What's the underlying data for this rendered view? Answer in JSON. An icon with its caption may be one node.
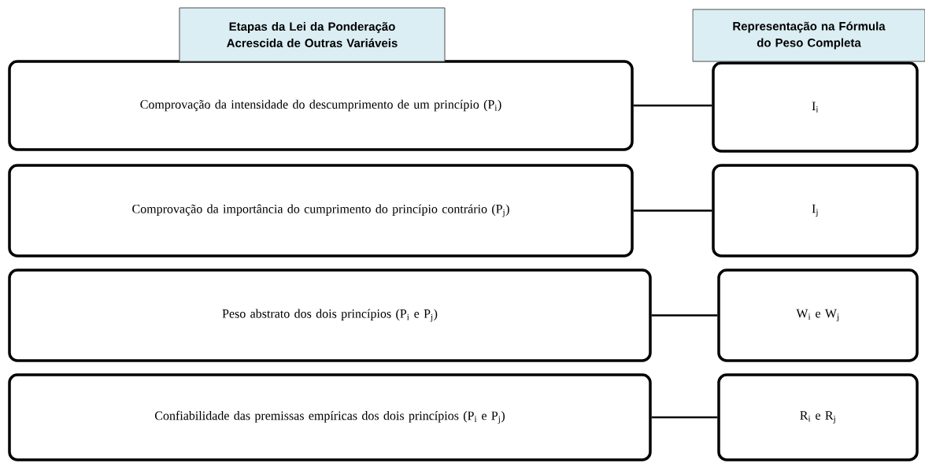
{
  "diagram": {
    "nodes": [
      {
        "text": [
          "Etapas da Lei da Ponderação Acrescida de Outras Variáveis"
        ]
      },
      {
        "text": [
          "Representação na Fórmula do Peso Completa"
        ]
      },
      {
        "text": [
          "Comprovação da intensidade do descumprimento de um princípio (P$_{i}$)"
        ]
      },
      {
        "text": [
          "I$_{i}$"
        ]
      },
      {
        "text": [
          "Comprovação da importância do cumprimento do princípio contrário (P$_{j}$)"
        ]
      },
      {
        "text": [
          "I$_{j}$"
        ]
      },
      {
        "text": [
          "Peso abstrato dos dois princípios (P$_{i}$ e P$_{j}$)"
        ]
      },
      {
        "text": [
          "W$_{i}$ e W$_{j}$"
        ]
      },
      {
        "text": [
          "Confiabilidade das premissas empíricas dos dois princípios (P$_{i}$ e P$_{j}$)"
        ]
      },
      {
        "text": [
          "R$_{i}$ e R$_{j}$"
        ]
      }
    ],
    "edges": [
      {
        "from": 2,
        "to": 3,
        "arrow": "none"
      },
      {
        "from": 4,
        "to": 5,
        "arrow": "none"
      },
      {
        "from": 6,
        "to": 7,
        "arrow": "none"
      },
      {
        "from": 8,
        "to": 9,
        "arrow": "none"
      }
    ]
  }
}
